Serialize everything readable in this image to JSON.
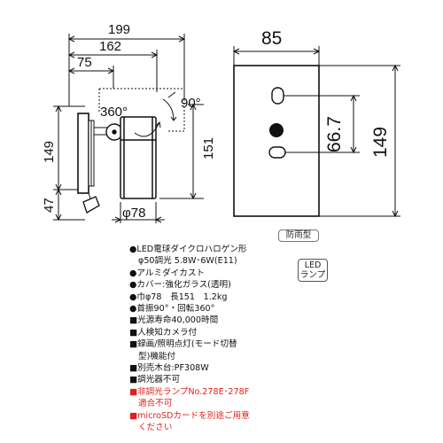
{
  "dimensions": {
    "overall_width": "199",
    "arm_width": "162",
    "base_width": "75",
    "rotation_angle": "360°",
    "tilt_angle": "90°",
    "total_height": "149",
    "lower_height": "47",
    "body_height": "151",
    "head_diameter": "φ78",
    "front_width": "85",
    "front_height": "149",
    "slot_spacing": "66.7"
  },
  "badges": {
    "weatherproof": "防雨型",
    "lamp_type_line1": "LED",
    "lamp_type_line2": "ランプ"
  },
  "specs": [
    {
      "text": "●LED電球ダイクロハロゲン形",
      "red": false
    },
    {
      "text": "φ50調光 5.8W･6W(E11)",
      "red": false
    },
    {
      "text": "●アルミダイカスト",
      "red": false
    },
    {
      "text": "●カバー:強化ガラス(透明)",
      "red": false
    },
    {
      "text": "●巾φ78　長151　1.2kg",
      "red": false
    },
    {
      "text": "●首振90°・回転360°",
      "red": false
    },
    {
      "text": "■光源寿命40,000時間",
      "red": false
    },
    {
      "text": "■人検知カメラ付",
      "red": false
    },
    {
      "text": "■録画/照明点灯(モード切替",
      "red": false
    },
    {
      "text": "型)機能付",
      "red": false
    },
    {
      "text": "■別売木台:PF308W",
      "red": false
    },
    {
      "text": "■調光器不可",
      "red": false
    },
    {
      "text": "■非調光ランプNo.278E･278F",
      "red": true
    },
    {
      "text": "適合不可",
      "red": true
    },
    {
      "text": "■microSDカードを別途ご用意",
      "red": true
    },
    {
      "text": "ください",
      "red": true
    }
  ],
  "colors": {
    "line": "#111111",
    "warning_text": "#e0201b"
  }
}
